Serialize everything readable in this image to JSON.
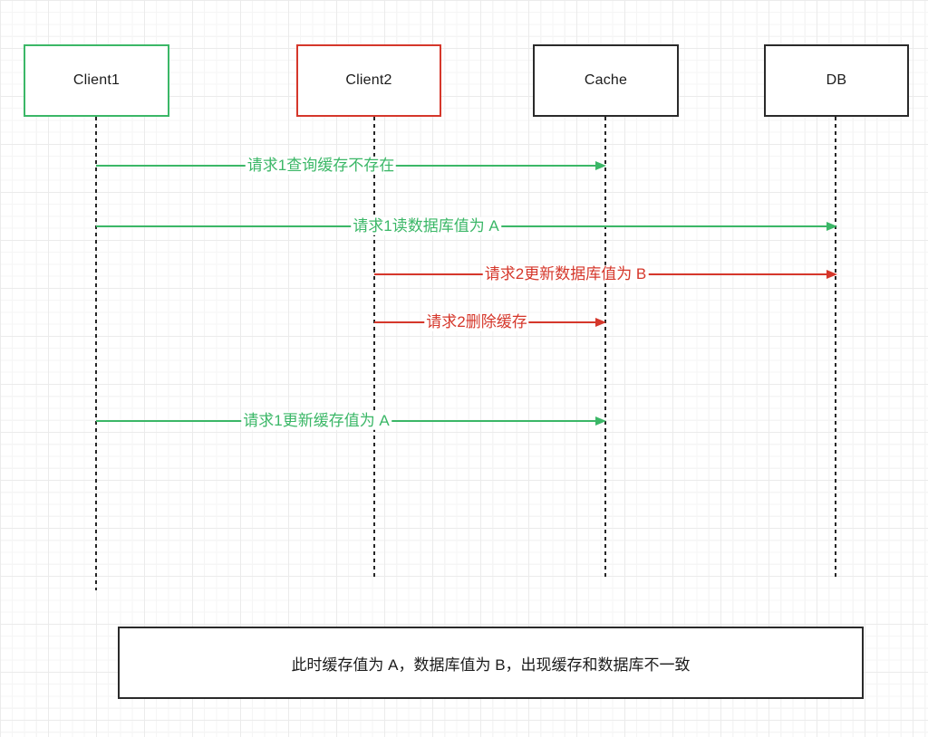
{
  "colors": {
    "green": "#3bb767",
    "red": "#d5372b",
    "neutral": "#2a2a2a"
  },
  "actors": [
    {
      "id": "client1",
      "label": "Client1",
      "border_color": "#3bb767"
    },
    {
      "id": "client2",
      "label": "Client2",
      "border_color": "#d5372b"
    },
    {
      "id": "cache",
      "label": "Cache",
      "border_color": "#2a2a2a"
    },
    {
      "id": "db",
      "label": "DB",
      "border_color": "#2a2a2a"
    }
  ],
  "messages": [
    {
      "from": "Client1",
      "to": "Cache",
      "color": "#3bb767",
      "label": "请求1查询缓存不存在"
    },
    {
      "from": "Client1",
      "to": "DB",
      "color": "#3bb767",
      "label": "请求1读数据库值为 A"
    },
    {
      "from": "Client2",
      "to": "DB",
      "color": "#d5372b",
      "label": "请求2更新数据库值为 B"
    },
    {
      "from": "Client2",
      "to": "Cache",
      "color": "#d5372b",
      "label": "请求2删除缓存"
    },
    {
      "from": "Client1",
      "to": "Cache",
      "color": "#3bb767",
      "label": "请求1更新缓存值为 A"
    }
  ],
  "note": {
    "text": "此时缓存值为 A，数据库值为 B，出现缓存和数据库不一致"
  }
}
